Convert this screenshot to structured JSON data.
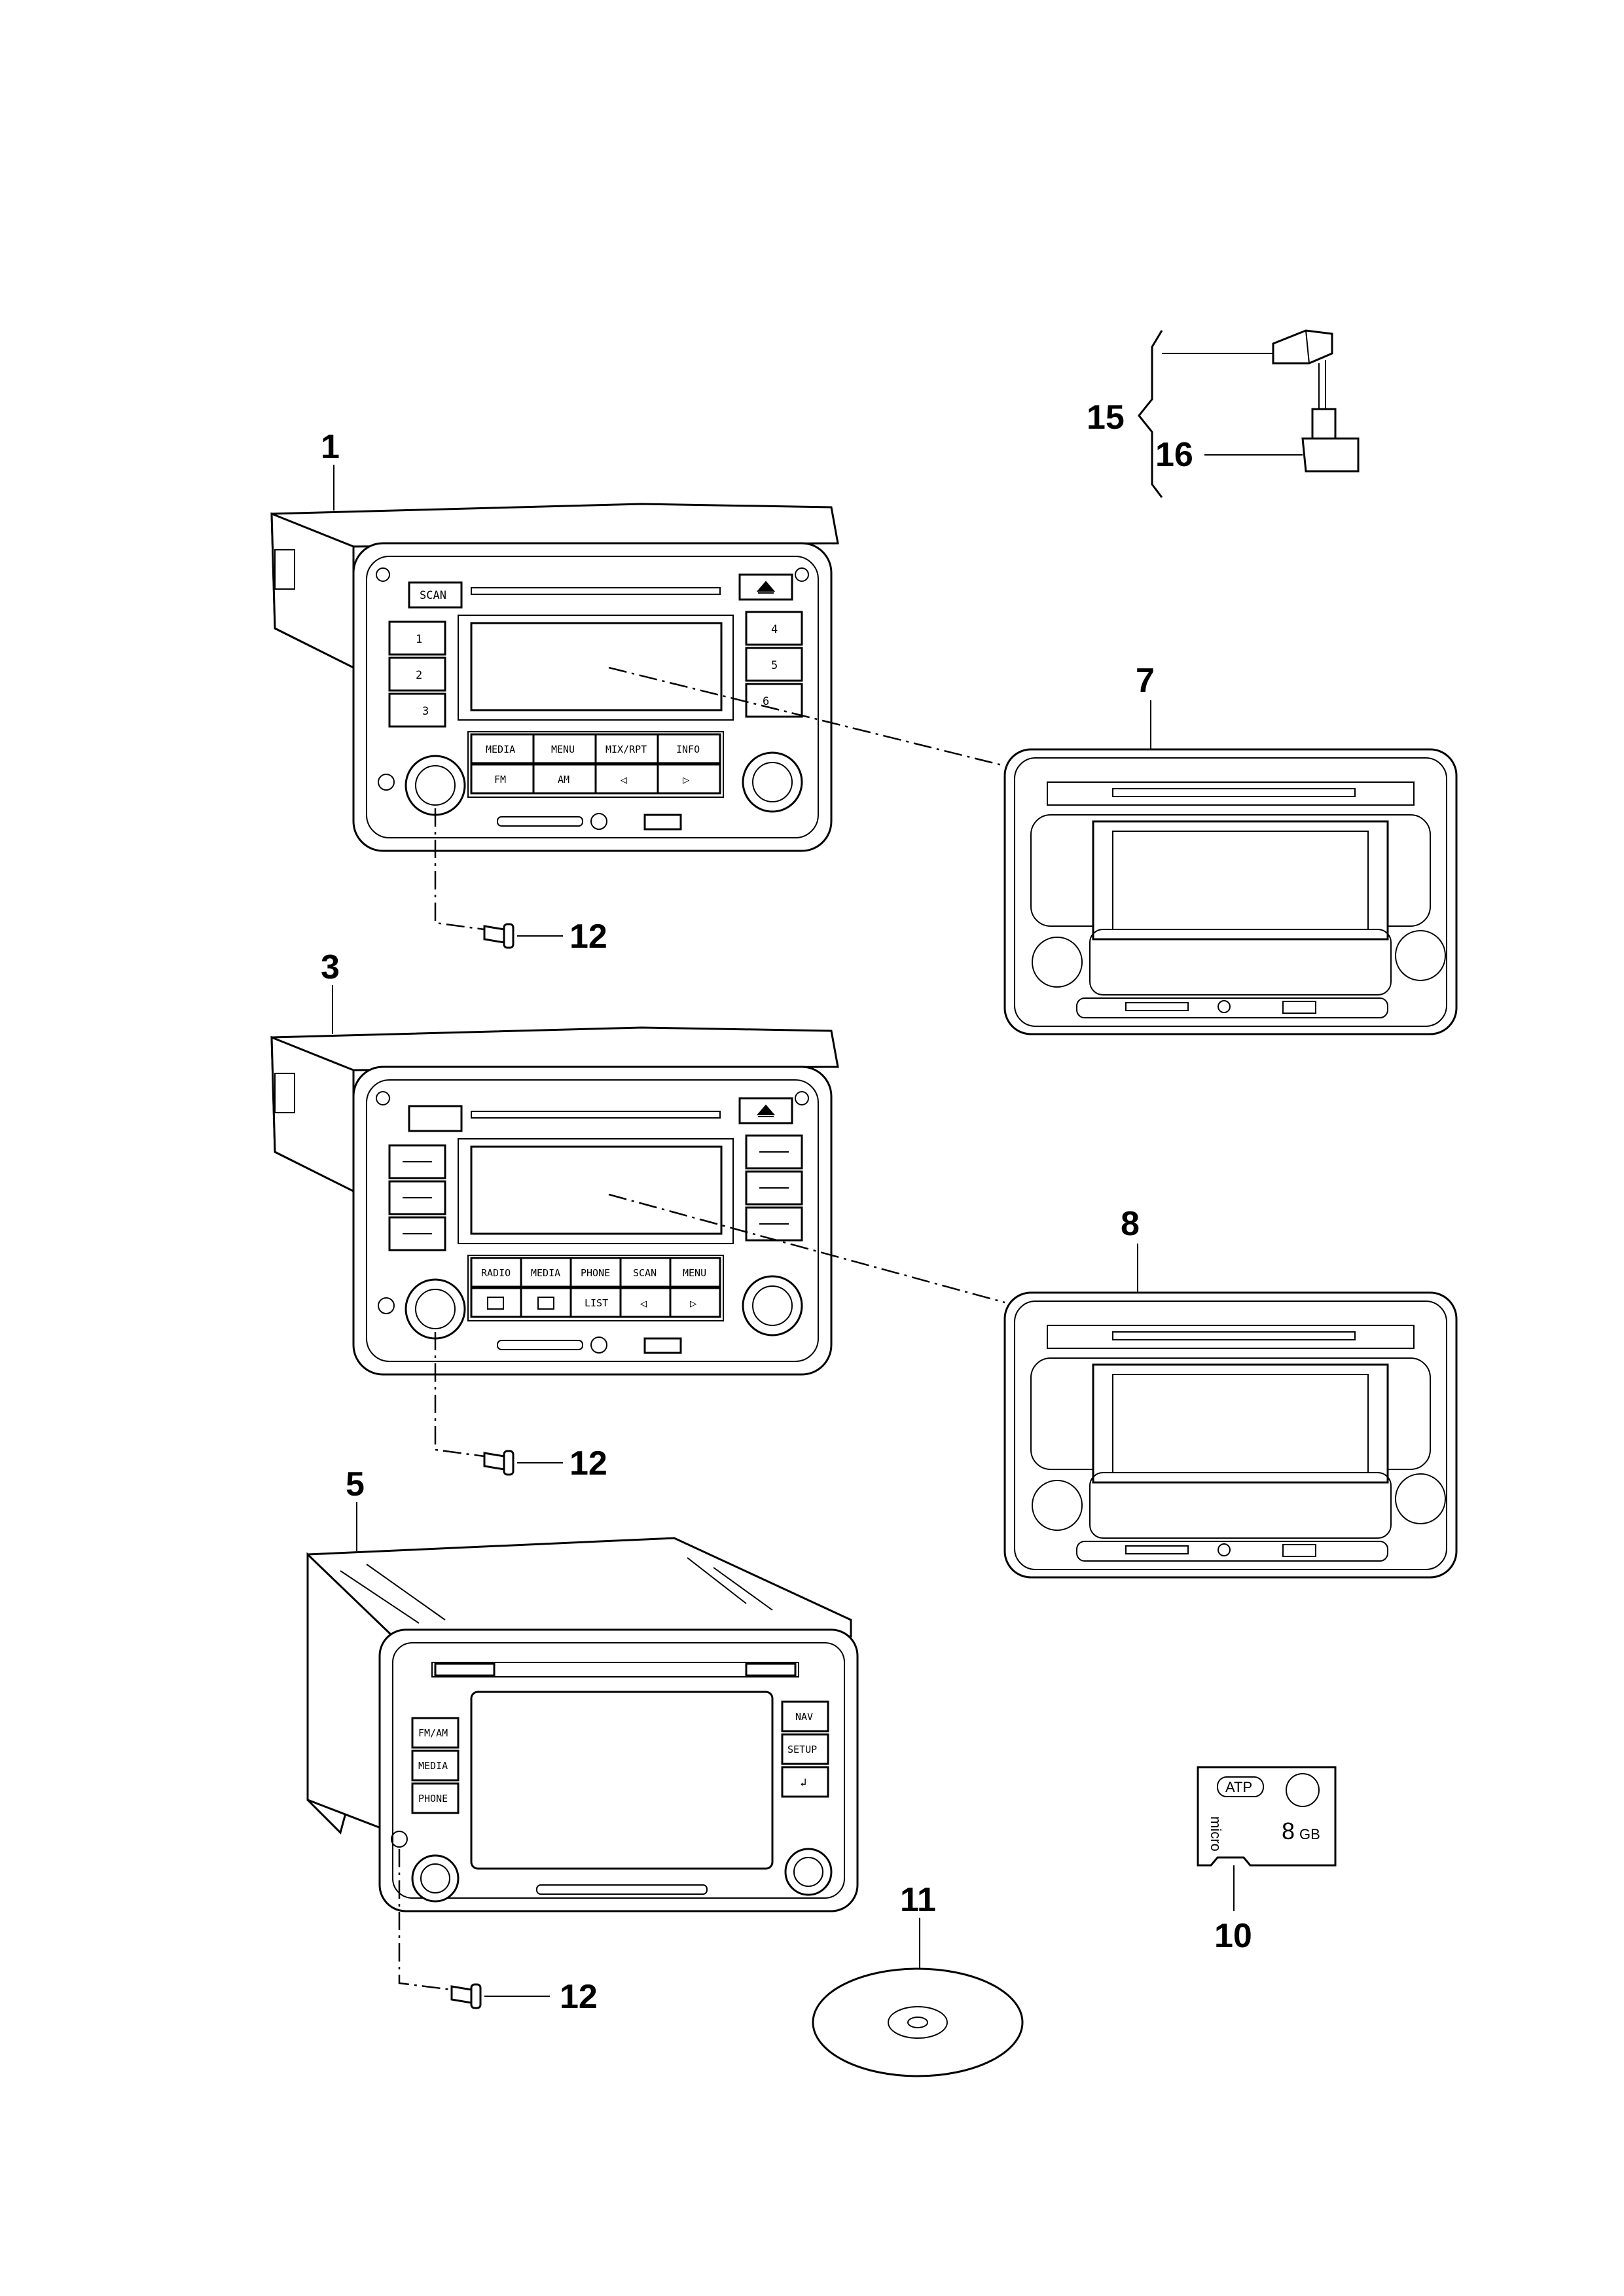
{
  "callouts": {
    "c1": "1",
    "c3": "3",
    "c5": "5",
    "c7": "7",
    "c8": "8",
    "c10": "10",
    "c11": "11",
    "c12a": "12",
    "c12b": "12",
    "c12c": "12",
    "c15": "15",
    "c16": "16"
  },
  "radio1": {
    "scan": "SCAN",
    "presets_left": [
      "1",
      "2",
      "3"
    ],
    "presets_right": [
      "4",
      "5",
      "6"
    ],
    "row1": [
      "MEDIA",
      "MENU",
      "MIX/RPT",
      "INFO"
    ],
    "row2": [
      "FM",
      "AM",
      "◁",
      "▷"
    ]
  },
  "radio3": {
    "row1": [
      "RADIO",
      "MEDIA",
      "PHONE",
      "SCAN",
      "MENU"
    ],
    "row2": [
      "",
      "",
      "LIST",
      "◁",
      "▷"
    ]
  },
  "nav5": {
    "left_buttons": [
      "FM/AM",
      "MEDIA",
      "PHONE"
    ],
    "right_buttons": [
      "NAV",
      "SETUP",
      "↲"
    ]
  },
  "sdcard": {
    "brand": "ATP",
    "micro": "micro",
    "capacity": "8",
    "unit": "GB"
  },
  "icons": {
    "eject": "eject-icon",
    "skoda": "skoda-logo-icon",
    "usb": "usb-port-icon",
    "disc": "disc-icon"
  }
}
